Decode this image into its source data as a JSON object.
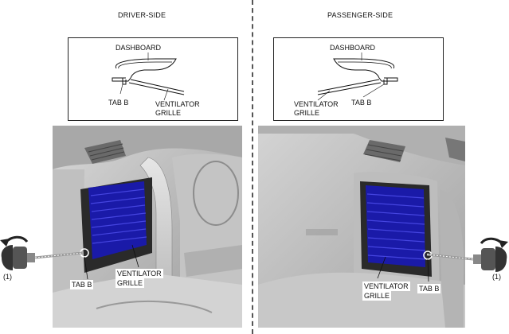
{
  "driver": {
    "title": "DRIVER-SIDE",
    "dashboard": "DASHBOARD",
    "tab": "TAB B",
    "grille_l1": "VENTILATOR",
    "grille_l2": "GRILLE",
    "photo_tab": "TAB B",
    "photo_grille_l1": "VENTILATOR",
    "photo_grille_l2": "GRILLE",
    "callout": "(1)"
  },
  "passenger": {
    "title": "PASSENGER-SIDE",
    "dashboard": "DASHBOARD",
    "tab": "TAB B",
    "grille_l1": "VENTILATOR",
    "grille_l2": "GRILLE",
    "photo_tab": "TAB B",
    "photo_grille_l1": "VENTILATOR",
    "photo_grille_l2": "GRILLE",
    "callout": "(1)"
  },
  "colors": {
    "grille_blue": "#1a1aa8",
    "dash_gray": "#c8c8c8"
  }
}
